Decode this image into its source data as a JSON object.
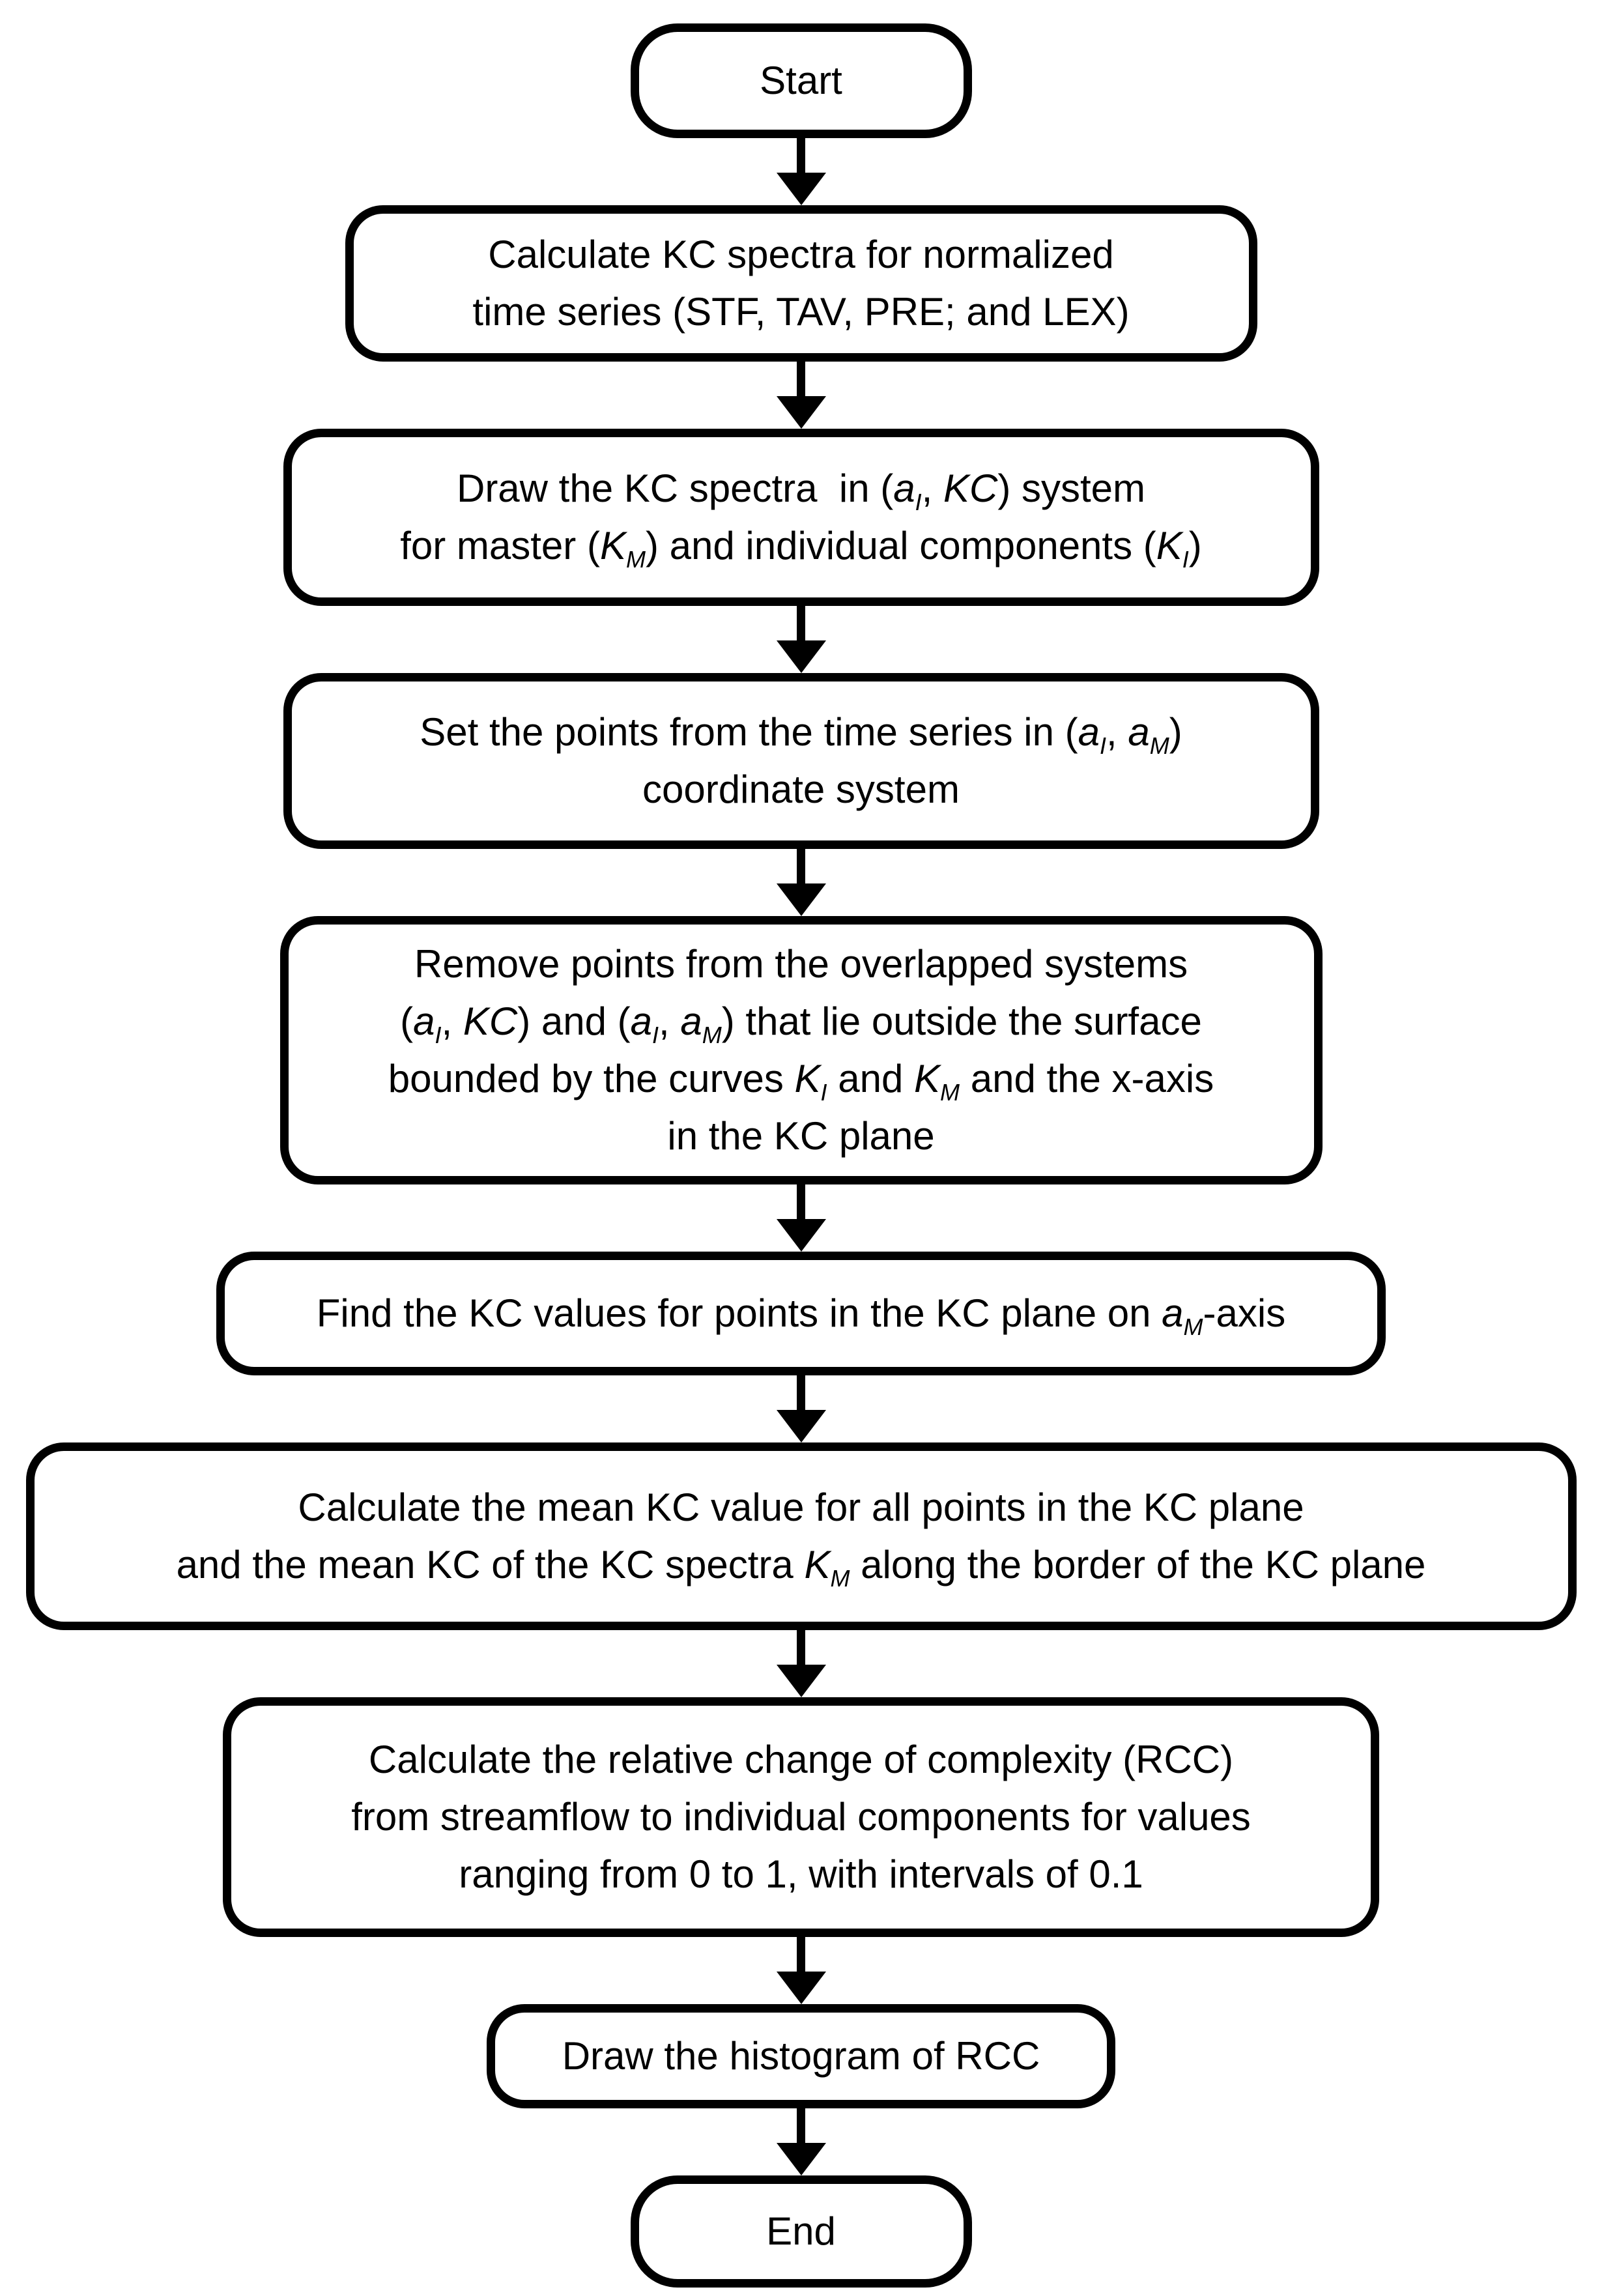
{
  "colors": {
    "stroke": "#000000",
    "node_fill": "#ffffff",
    "background": "#ffffff"
  },
  "flowchart": {
    "direction": "top-down",
    "nodes": [
      {
        "id": "start",
        "type": "terminator",
        "lines": [
          [
            {
              "t": "Start"
            }
          ]
        ]
      },
      {
        "id": "calc-kc-spectra",
        "type": "process",
        "lines": [
          [
            {
              "t": "Calculate KC spectra for normalized"
            }
          ],
          [
            {
              "t": "time series (STF, TAV, PRE; and LEX)"
            }
          ]
        ]
      },
      {
        "id": "draw-kc-spectra",
        "type": "process",
        "lines": [
          [
            {
              "t": "Draw the KC spectra  in ("
            },
            {
              "t": "a",
              "i": true
            },
            {
              "t": "I",
              "i": true,
              "sub": true
            },
            {
              "t": ", "
            },
            {
              "t": "KC",
              "i": true
            },
            {
              "t": ") system"
            }
          ],
          [
            {
              "t": "for master ("
            },
            {
              "t": "K",
              "i": true
            },
            {
              "t": "M",
              "i": true,
              "sub": true
            },
            {
              "t": ") and individual components ("
            },
            {
              "t": "K",
              "i": true
            },
            {
              "t": "I",
              "i": true,
              "sub": true
            },
            {
              "t": ")"
            }
          ]
        ]
      },
      {
        "id": "set-points",
        "type": "process",
        "lines": [
          [
            {
              "t": "Set the points from the time series in ("
            },
            {
              "t": "a",
              "i": true
            },
            {
              "t": "I",
              "i": true,
              "sub": true
            },
            {
              "t": ", "
            },
            {
              "t": "a",
              "i": true
            },
            {
              "t": "M",
              "i": true,
              "sub": true
            },
            {
              "t": ")"
            }
          ],
          [
            {
              "t": "coordinate system"
            }
          ]
        ]
      },
      {
        "id": "remove-points",
        "type": "process",
        "lines": [
          [
            {
              "t": "Remove points from the overlapped systems"
            }
          ],
          [
            {
              "t": "("
            },
            {
              "t": "a",
              "i": true
            },
            {
              "t": "I",
              "i": true,
              "sub": true
            },
            {
              "t": ", "
            },
            {
              "t": "KC",
              "i": true
            },
            {
              "t": ") and ("
            },
            {
              "t": "a",
              "i": true
            },
            {
              "t": "I",
              "i": true,
              "sub": true
            },
            {
              "t": ", "
            },
            {
              "t": "a",
              "i": true
            },
            {
              "t": "M",
              "i": true,
              "sub": true
            },
            {
              "t": ") that lie outside the surface"
            }
          ],
          [
            {
              "t": "bounded by the curves "
            },
            {
              "t": "K",
              "i": true
            },
            {
              "t": "I",
              "i": true,
              "sub": true
            },
            {
              "t": " and "
            },
            {
              "t": "K",
              "i": true
            },
            {
              "t": "M",
              "i": true,
              "sub": true
            },
            {
              "t": " and the x-axis"
            }
          ],
          [
            {
              "t": "in the KC plane"
            }
          ]
        ]
      },
      {
        "id": "find-kc-values",
        "type": "process",
        "lines": [
          [
            {
              "t": "Find the KC values for points in the KC plane on "
            },
            {
              "t": "a",
              "i": true
            },
            {
              "t": "M",
              "i": true,
              "sub": true
            },
            {
              "t": "-axis"
            }
          ]
        ]
      },
      {
        "id": "calc-mean-kc",
        "type": "process",
        "lines": [
          [
            {
              "t": "Calculate the mean KC value for all points in the KC plane"
            }
          ],
          [
            {
              "t": "and the mean KC of the KC spectra "
            },
            {
              "t": "K",
              "i": true
            },
            {
              "t": "M",
              "i": true,
              "sub": true
            },
            {
              "t": " along the border of the KC plane"
            }
          ]
        ]
      },
      {
        "id": "calc-rcc",
        "type": "process",
        "lines": [
          [
            {
              "t": "Calculate the relative change of complexity (RCC)"
            }
          ],
          [
            {
              "t": "from streamflow to individual components for values"
            }
          ],
          [
            {
              "t": "ranging from 0 to 1, with intervals of 0.1"
            }
          ]
        ]
      },
      {
        "id": "draw-histogram",
        "type": "process",
        "lines": [
          [
            {
              "t": "Draw the histogram of RCC"
            }
          ]
        ]
      },
      {
        "id": "end",
        "type": "terminator",
        "lines": [
          [
            {
              "t": "End"
            }
          ]
        ]
      }
    ],
    "connectors": [
      {
        "from": "start",
        "to": "calc-kc-spectra",
        "style": "arrow-down"
      },
      {
        "from": "calc-kc-spectra",
        "to": "draw-kc-spectra",
        "style": "arrow-down"
      },
      {
        "from": "draw-kc-spectra",
        "to": "set-points",
        "style": "arrow-down"
      },
      {
        "from": "set-points",
        "to": "remove-points",
        "style": "arrow-down"
      },
      {
        "from": "remove-points",
        "to": "find-kc-values",
        "style": "arrow-down"
      },
      {
        "from": "find-kc-values",
        "to": "calc-mean-kc",
        "style": "arrow-down"
      },
      {
        "from": "calc-mean-kc",
        "to": "calc-rcc",
        "style": "arrow-down"
      },
      {
        "from": "calc-rcc",
        "to": "draw-histogram",
        "style": "arrow-down"
      },
      {
        "from": "draw-histogram",
        "to": "end",
        "style": "arrow-down"
      }
    ]
  }
}
